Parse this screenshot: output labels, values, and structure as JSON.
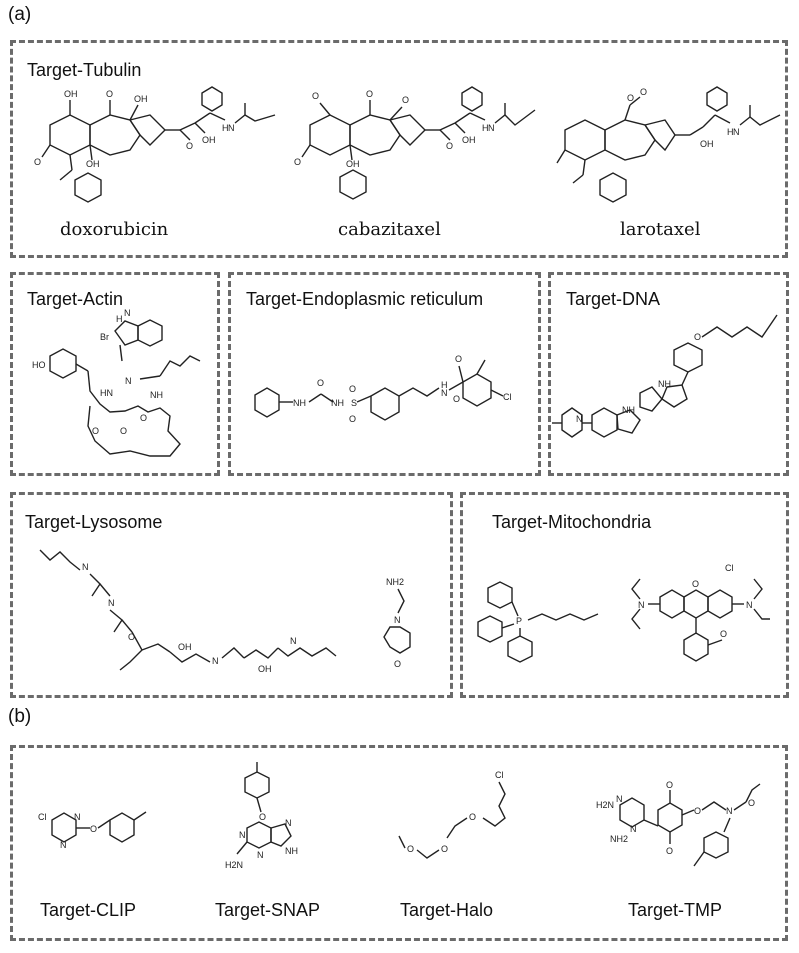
{
  "panel_a_label": "(a)",
  "panel_b_label": "(b)",
  "tubulin": {
    "title": "Target-Tubulin",
    "drugs": [
      "doxorubicin",
      "cabazitaxel",
      "larotaxel"
    ]
  },
  "actin": {
    "title": "Target-Actin"
  },
  "er": {
    "title": "Target-Endoplasmic reticulum"
  },
  "dna": {
    "title": "Target-DNA"
  },
  "lysosome": {
    "title": "Target-Lysosome"
  },
  "mitochondria": {
    "title": "Target-Mitochondria"
  },
  "tags": [
    "Target-CLIP",
    "Target-SNAP",
    "Target-Halo",
    "Target-TMP"
  ],
  "atoms": {
    "oh": "OH",
    "o": "O",
    "h": "H",
    "n": "N",
    "nh": "NH",
    "hn": "HN",
    "nh2": "NH2",
    "br": "Br",
    "cl": "Cl",
    "ho": "HO",
    "h2n": "H2N",
    "p": "P",
    "s": "S",
    "cl_minus": "Cl"
  }
}
